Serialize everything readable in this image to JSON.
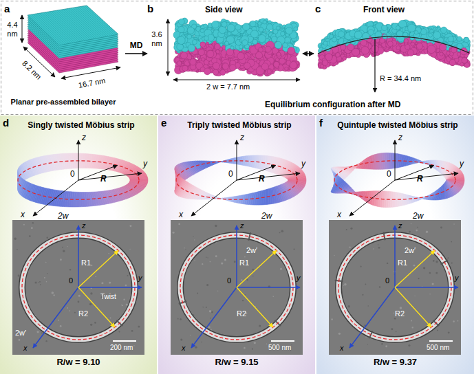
{
  "diagram": {
    "nodes": [
      {
        "text": [
          "a",
          "Planar pre-assembled bilayer"
        ]
      },
      {
        "text": [
          "b",
          "Side view"
        ]
      },
      {
        "text": [
          "c",
          "Front view"
        ]
      },
      {
        "text": [
          "d",
          "Singly twisted Möbius strip",
          "R/w = 9.10"
        ]
      },
      {
        "text": [
          "e",
          "Triply twisted Möbius strip",
          "R/w = 9.15"
        ]
      },
      {
        "text": [
          "f",
          "Quintuple twisted Möbius strip",
          "R/w = 9.37"
        ]
      }
    ],
    "edges": [
      {
        "from": 0,
        "to": 1,
        "arrow": "to",
        "label": "MD"
      },
      {
        "from": 1,
        "to": 2,
        "arrow": "both"
      }
    ],
    "labels": [
      "4.4 nm",
      "8.2 nm",
      "16.7 nm",
      "3.6 nm",
      "2 w = 7.7 nm",
      "R = 34.4 nm",
      "Equilibrium configuration after MD",
      "z",
      "y",
      "x",
      "0",
      "R",
      "2w",
      "z",
      "y",
      "x",
      "0",
      "R1",
      "R2",
      "2w′",
      "Twist",
      "200 nm",
      "z",
      "y",
      "x",
      "0",
      "R",
      "2w",
      "z",
      "y",
      "x",
      "0",
      "2w′",
      "R1",
      "R2",
      "500 nm",
      "z",
      "y",
      "x",
      "0",
      "R",
      "2w",
      "z",
      "y",
      "x",
      "0",
      "2w′",
      "R1",
      "R2",
      "500 nm"
    ]
  }
}
